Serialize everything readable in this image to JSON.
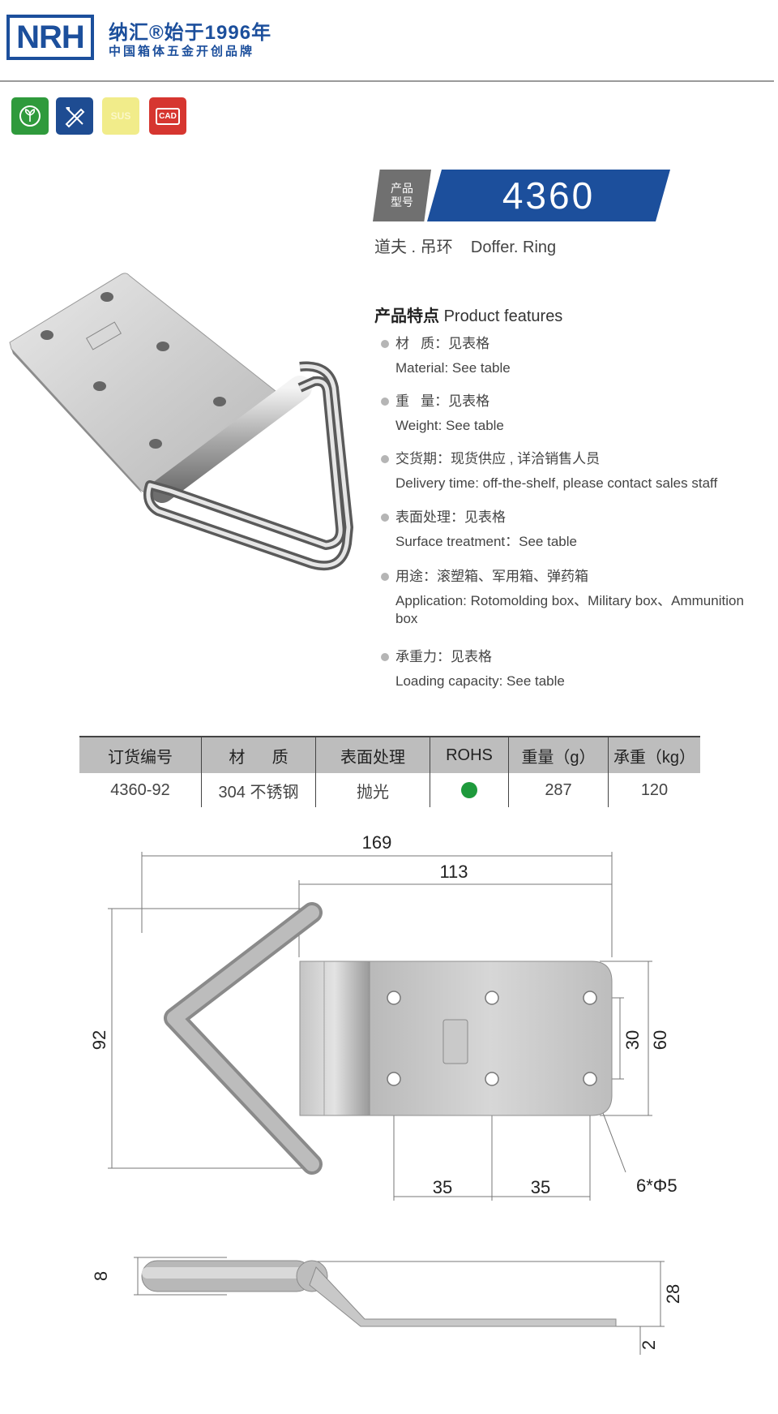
{
  "header": {
    "logo": "NRH",
    "brand_title": "纳汇®始于1996年",
    "brand_subtitle": "中国箱体五金开创品牌",
    "certs": [
      {
        "name": "eco-cert",
        "text": "",
        "color": "#2f9a3c"
      },
      {
        "name": "design-cert",
        "text": "",
        "color": "#1e4c92"
      },
      {
        "name": "sus-cert",
        "text": "SUS",
        "color": "#f1ec8a"
      },
      {
        "name": "cad-cert",
        "text": "CAD",
        "color": "#d63630"
      }
    ]
  },
  "model": {
    "label_line1": "产品",
    "label_line2": "型号",
    "number": "4360",
    "name": "道夫 . 吊环    Doffer. Ring"
  },
  "features": {
    "title_cn": "产品特点",
    "title_en": "Product features",
    "items": [
      {
        "cn": "材   质：见表格",
        "en": "Material: See table"
      },
      {
        "cn": "重   量：见表格",
        "en": "Weight: See table"
      },
      {
        "cn": "交货期：现货供应 , 详洽销售人员",
        "en": "Delivery time: off-the-shelf, please contact sales staff"
      },
      {
        "cn": "表面处理：见表格",
        "en": "Surface treatment：See table"
      },
      {
        "cn": "用途：滚塑箱、军用箱、弹药箱",
        "en": "Application: Rotomolding box、Military box、Ammunition box"
      },
      {
        "cn": "承重力：见表格",
        "en": "Loading capacity: See table"
      }
    ]
  },
  "table": {
    "headers": [
      "订货编号",
      "材      质",
      "表面处理",
      "ROHS",
      "重量（g）",
      "承重（kg）"
    ],
    "rows": [
      [
        "4360-92",
        "304 不锈钢",
        "抛光",
        "",
        "287",
        "120"
      ]
    ],
    "rohs_color": "#1e9a3c"
  },
  "drawing": {
    "dim_overall_width": "169",
    "dim_plate_width": "113",
    "dim_height": "92",
    "dim_hole_spacing_v": "30",
    "dim_plate_height": "60",
    "dim_hole_spacing_1": "35",
    "dim_hole_spacing_2": "35",
    "dim_holes": "6*Φ5",
    "side_dim_ring": "8",
    "side_dim_height": "28",
    "side_dim_thickness": "2"
  }
}
